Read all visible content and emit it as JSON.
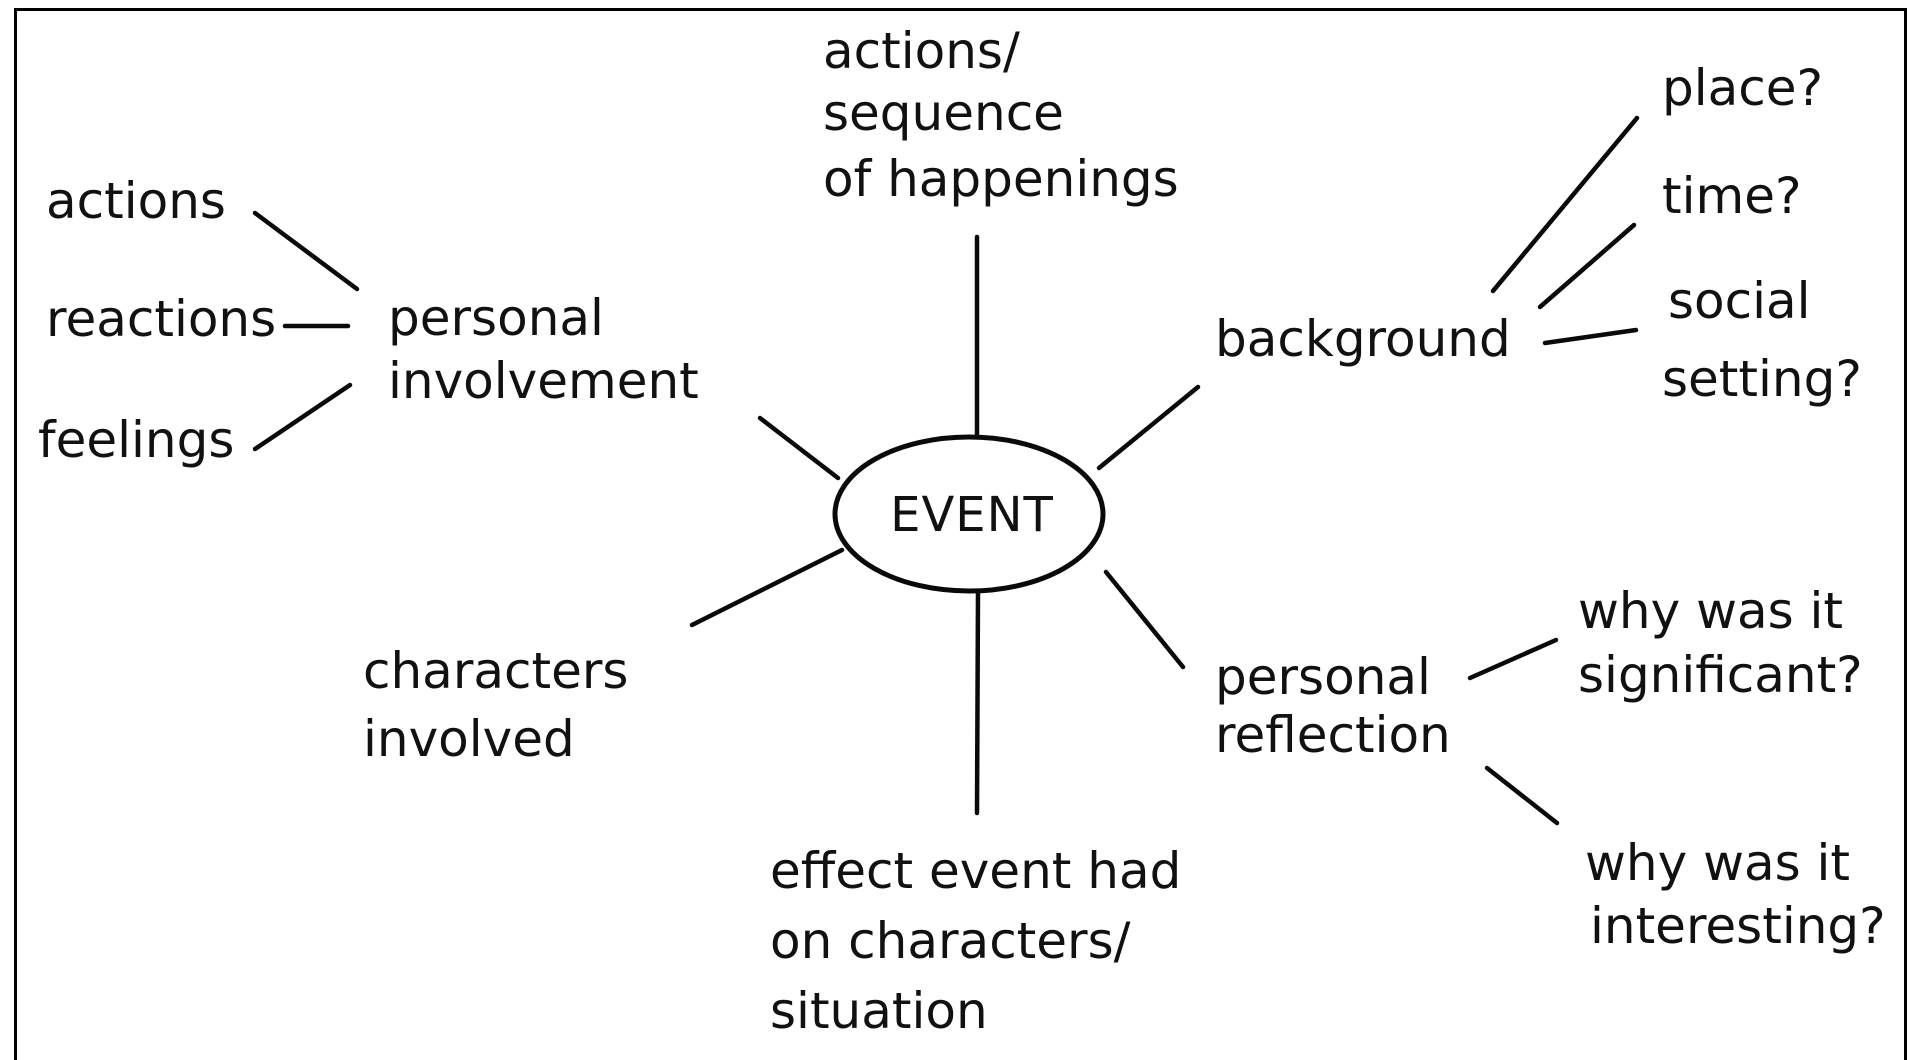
{
  "center": "EVENT",
  "top_branch": {
    "lines": [
      "actions/",
      "sequence",
      "of happenings"
    ]
  },
  "personal_involvement": {
    "lines": [
      "personal",
      "involvement"
    ],
    "children": [
      "actions",
      "reactions",
      "feelings"
    ]
  },
  "background": {
    "label": "background",
    "children": {
      "place": "place?",
      "time": "time?",
      "social_setting": [
        "social",
        "setting?"
      ]
    }
  },
  "characters_involved": {
    "lines": [
      "characters",
      "involved"
    ]
  },
  "personal_reflection": {
    "lines": [
      "personal",
      "reflection"
    ],
    "children": {
      "significant": [
        "why was it",
        "significant?"
      ],
      "interesting": [
        "why was it",
        "interesting?"
      ]
    }
  },
  "effect_branch": {
    "lines": [
      "effect event had",
      "on characters/",
      "situation"
    ]
  }
}
